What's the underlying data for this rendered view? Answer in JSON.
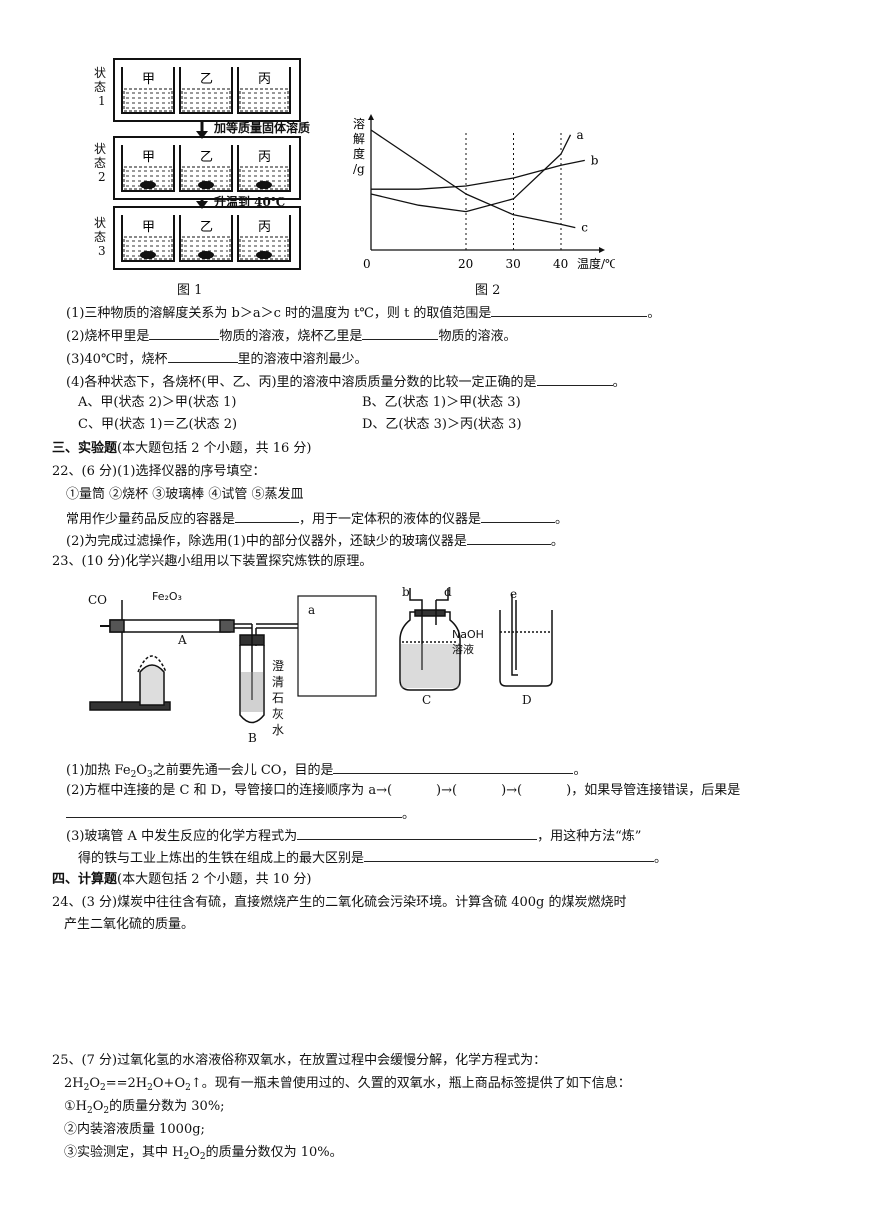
{
  "fig1": {
    "states": [
      "状态1",
      "状态2",
      "状态3"
    ],
    "beakers": [
      "甲",
      "乙",
      "丙"
    ],
    "arrow1": "加等质量固体溶质",
    "arrow2": "升温到 40℃",
    "caption": "图 1"
  },
  "fig2": {
    "caption": "图 2",
    "ylabel_chars": [
      "溶",
      "解",
      "度",
      "/g"
    ],
    "xlabel": "温度/℃",
    "curve_labels": [
      "a",
      "b",
      "c"
    ]
  },
  "chart_data": {
    "type": "line",
    "x_ticks": [
      "0",
      "20",
      "30",
      "40"
    ],
    "xlabel": "温度/℃",
    "ylabel": "溶解度/g",
    "series": [
      {
        "name": "a",
        "x": [
          0,
          10,
          20,
          30,
          40,
          42
        ],
        "y": [
          35,
          28,
          24,
          32,
          60,
          72
        ]
      },
      {
        "name": "b",
        "x": [
          0,
          10,
          20,
          30,
          40,
          45
        ],
        "y": [
          38,
          38,
          40,
          45,
          53,
          56
        ]
      },
      {
        "name": "c",
        "x": [
          0,
          10,
          20,
          30,
          40,
          43
        ],
        "y": [
          75,
          55,
          35,
          22,
          16,
          14
        ]
      }
    ],
    "dashed_verticals": [
      20,
      30,
      40
    ]
  },
  "q21": {
    "p1": "(1)三种物质的溶解度关系为 b＞a＞c 时的温度为 t℃，则 t 的取值范围是",
    "p1_end": "。",
    "p2a": "(2)烧杯甲里是",
    "p2b": "物质的溶液，烧杯乙里是",
    "p2c": "物质的溶液。",
    "p3a": "(3)40℃时，烧杯",
    "p3b": "里的溶液中溶剂最少。",
    "p4": "(4)各种状态下，各烧杯(甲、乙、丙)里的溶液中溶质质量分数的比较一定正确的是",
    "p4_end": "。",
    "optA": "A、甲(状态 2)＞甲(状态 1)",
    "optB": "B、乙(状态 1)＞甲(状态 3)",
    "optC": "C、甲(状态 1)＝乙(状态 2)",
    "optD": "D、乙(状态 3)＞丙(状态 3)"
  },
  "sec3": {
    "head": "三、实验题",
    "rest": "(本大题包括 2 个小题，共 16 分)"
  },
  "q22": {
    "title": "22、(6 分)(1)选择仪器的序号填空：",
    "items": "①量筒 ②烧杯 ③玻璃棒 ④试管 ⑤蒸发皿",
    "l3a": "常用作少量药品反应的容器是",
    "l3b": "，用于一定体积的液体的仪器是",
    "l3c": "。",
    "l4a": "(2)为完成过滤操作，除选用(1)中的部分仪器外，还缺少的玻璃仪器是",
    "l4b": "。"
  },
  "q23": {
    "title": "23、(10 分)化学兴趣小组用以下装置探究炼铁的原理。",
    "fig": {
      "co": "CO",
      "fe": "Fe₂O₃",
      "A": "A",
      "B": "B",
      "C": "C",
      "D": "D",
      "a": "a",
      "b": "b",
      "d": "d",
      "e": "e",
      "naoh1": "NaOH",
      "naoh2": "溶液",
      "lime": [
        "澄",
        "清",
        "石",
        "灰",
        "水"
      ]
    },
    "p1a": "(1)加热 Fe",
    "p1sub1": "2",
    "p1b": "O",
    "p1sub2": "3",
    "p1c": "之前要先通一会儿 CO，目的是",
    "p1d": "。",
    "p2a": "(2)方框中连接的是 C 和 D，导管接口的连接顺序为 a→(",
    "p2b": ")→(",
    "p2c": ")→(",
    "p2d": ")，如果导管连接错误，后果是",
    "p2e": "。",
    "p3a": "(3)玻璃管 A 中发生反应的化学方程式为",
    "p3b": "，用这种方法“炼”",
    "p3c": "得的铁与工业上炼出的生铁在组成上的最大区别是",
    "p3d": "。"
  },
  "sec4": {
    "head": "四、计算题",
    "rest": "(本大题包括 2 个小题，共 10 分)"
  },
  "q24": {
    "l1": "24、(3 分)煤炭中往往含有硫，直接燃烧产生的二氧化硫会污染环境。计算含硫 400g 的煤炭燃烧时",
    "l2": "产生二氧化硫的质量。"
  },
  "q25": {
    "l1": "25、(7 分)过氧化氢的水溶液俗称双氧水，在放置过程中会缓慢分解，化学方程式为：",
    "l2a": "2H",
    "l2b": "O",
    "l2c": "==2H",
    "l2d": "O+O",
    "l2e": "↑。现有一瓶未曾使用过的、久置的双氧水，瓶上商品标签提供了如下信息：",
    "sub2": "2",
    "i1a": "①H",
    "i1b": "O",
    "i1c": "的质量分数为 30%;",
    "i2": "②内装溶液质量 1000g;",
    "i3a": "③实验测定，其中 H",
    "i3b": "O",
    "i3c": "的质量分数仅为 10%。"
  }
}
